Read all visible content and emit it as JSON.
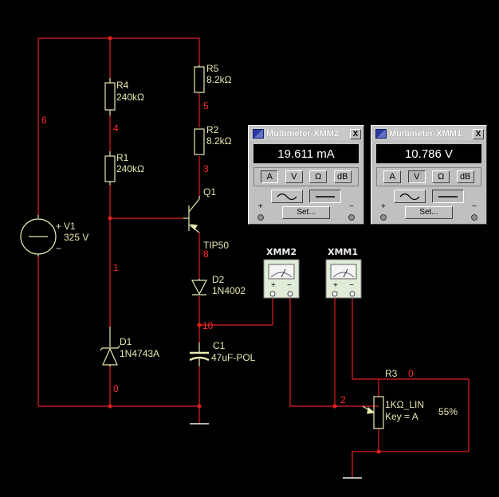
{
  "nodes": {
    "n6": "6",
    "n4": "4",
    "n5": "5",
    "n3": "3",
    "n1": "1",
    "n8": "8",
    "n10": "10",
    "n0a": "0",
    "n2": "2",
    "n0b": "0"
  },
  "components": {
    "r4": {
      "ref": "R4",
      "value": "240kΩ"
    },
    "r1": {
      "ref": "R1",
      "value": "240kΩ"
    },
    "r5": {
      "ref": "R5",
      "value": "8.2kΩ"
    },
    "r2": {
      "ref": "R2",
      "value": "8.2kΩ"
    },
    "q1": {
      "ref": "Q1",
      "value": "TIP50"
    },
    "v1": {
      "ref": "V1",
      "value": "325 V",
      "plus": "+",
      "minus": "−"
    },
    "d1": {
      "ref": "D1",
      "value": "1N4743A"
    },
    "d2": {
      "ref": "D2",
      "value": "1N4002"
    },
    "c1": {
      "ref": "C1",
      "value": "47uF-POL"
    },
    "r3": {
      "ref": "R3",
      "value": "1KΩ_LIN",
      "key": "Key = A",
      "percent": "55%"
    }
  },
  "instrument_icons": {
    "xmm2": {
      "ref": "XMM2",
      "plus": "+",
      "minus": "−"
    },
    "xmm1": {
      "ref": "XMM1",
      "plus": "+",
      "minus": "−"
    }
  },
  "multimeters": [
    {
      "title": "Multimeter-XMM2",
      "close": "X",
      "reading": "19.611 mA",
      "modes": [
        "A",
        "V",
        "Ω",
        "dB"
      ],
      "active_mode": "A",
      "set_label": "Set...",
      "plus": "+",
      "minus": "−",
      "icon": "multimeter-icon"
    },
    {
      "title": "Multimeter-XMM1",
      "close": "X",
      "reading": "10.786 V",
      "modes": [
        "A",
        "V",
        "Ω",
        "dB"
      ],
      "active_mode": "V",
      "set_label": "Set...",
      "plus": "+",
      "minus": "−",
      "icon": "multimeter-icon"
    }
  ],
  "colors": {
    "wire": "#e02020",
    "component": "#e8e8b0",
    "background": "#000000",
    "node_label": "#ff2a2a"
  }
}
